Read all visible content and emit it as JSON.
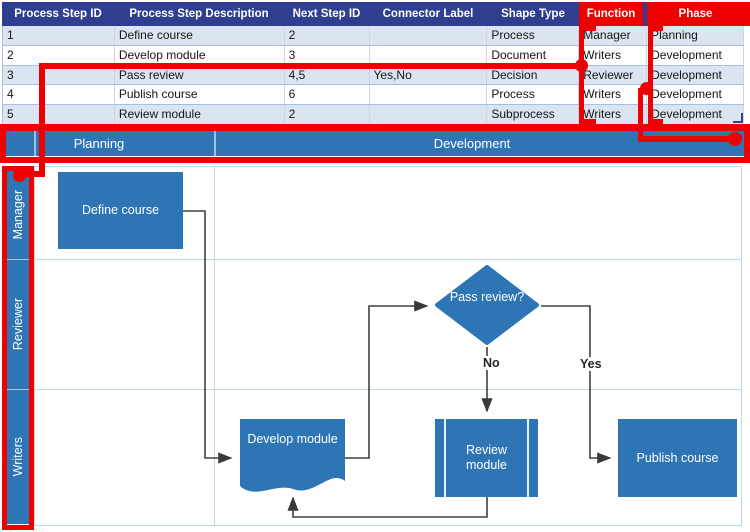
{
  "table": {
    "columns": [
      "Process Step ID",
      "Process Step Description",
      "Next Step ID",
      "Connector Label",
      "Shape Type",
      "Function",
      "Phase"
    ],
    "highlighted_columns": [
      "Function",
      "Phase"
    ],
    "rows": [
      [
        "1",
        "Define course",
        "2",
        "",
        "Process",
        "Manager",
        "Planning"
      ],
      [
        "2",
        "Develop module",
        "3",
        "",
        "Document",
        "Writers",
        "Development"
      ],
      [
        "3",
        "Pass review",
        "4,5",
        "Yes,No",
        "Decision",
        "Reviewer",
        "Development"
      ],
      [
        "4",
        "Publish course",
        "6",
        "",
        "Process",
        "Writers",
        "Development"
      ],
      [
        "5",
        "Review module",
        "2",
        "",
        "Subprocess",
        "Writers",
        "Development"
      ]
    ]
  },
  "diagram": {
    "phases": [
      "Planning",
      "Development"
    ],
    "lanes": [
      "Manager",
      "Reviewer",
      "Writers"
    ],
    "shapes": {
      "define_course": "Define course",
      "develop_module": "Develop module",
      "pass_review": "Pass review?",
      "review_module": "Review module",
      "publish_course": "Publish course"
    },
    "connector_labels": {
      "no": "No",
      "yes": "Yes"
    }
  },
  "colors": {
    "table_header": "#303E8F",
    "row_stripe": "#DBE5F2",
    "shape_blue": "#2E75B6",
    "grid_blue": "#BDD7EE",
    "annotation_red": "#ED0000",
    "connector_gray": "#404040"
  }
}
